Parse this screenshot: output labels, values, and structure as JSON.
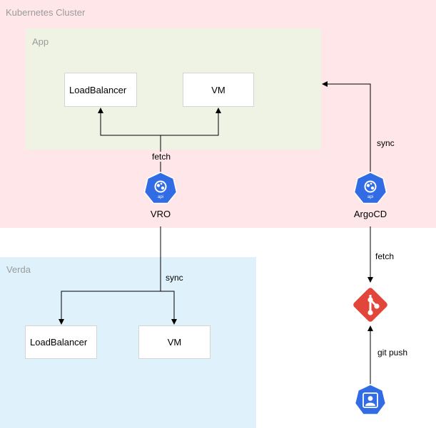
{
  "regions": {
    "cluster": {
      "label": "Kubernetes Cluster",
      "color": "#ffe6e9"
    },
    "app": {
      "label": "App",
      "color": "#eef3e4"
    },
    "verda": {
      "label": "Verda",
      "color": "#dff1fb"
    }
  },
  "app_boxes": {
    "loadbalancer": "LoadBalancer",
    "vm": "VM"
  },
  "verda_boxes": {
    "loadbalancer": "LoadBalancer",
    "vm": "VM"
  },
  "nodes": {
    "vro": "VRO",
    "argocd": "ArgoCD"
  },
  "icons": {
    "k8s_api": "kubernetes-api-icon",
    "git": "git-icon",
    "user": "user-icon"
  },
  "edges": {
    "vro_fetch": "fetch",
    "vro_sync": "sync",
    "argocd_sync": "sync",
    "argocd_fetch": "fetch",
    "git_push": "git push"
  },
  "colors": {
    "k8s_blue": "#326ce5",
    "git_red": "#e2463a",
    "line": "#000000"
  }
}
